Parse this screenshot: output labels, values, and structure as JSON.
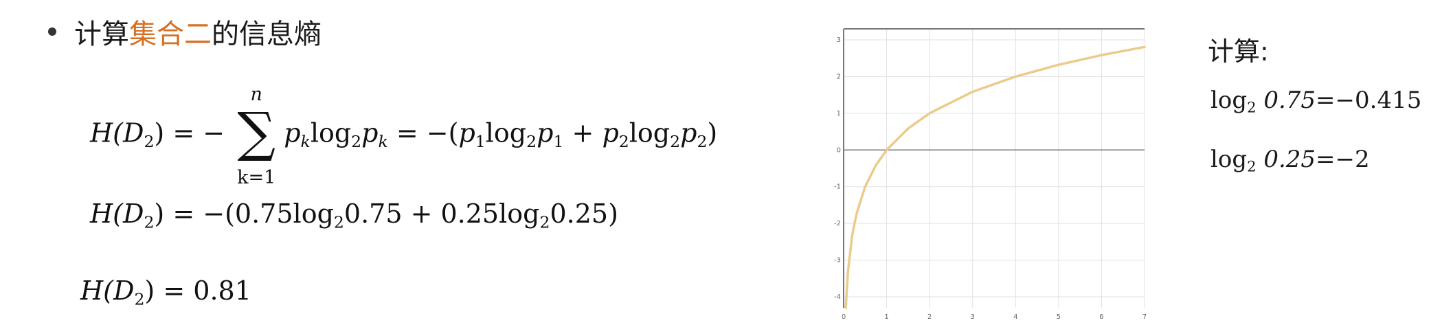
{
  "title": {
    "pre": "计算",
    "highlight": "集合二",
    "post": "的信息熵",
    "accent_color": "#d57024"
  },
  "formulas": {
    "f1": {
      "lhs": "H(D",
      "lhs_sub": "2",
      "lhs_close": ")",
      "equals_minus": "= −",
      "sum_top": "n",
      "sum_bot": "k=1",
      "term_p": "p",
      "term_k": "k",
      "log": "log",
      "log_base": "2",
      "rhs_open": "= −(",
      "p1": "p",
      "p1_sub": "1",
      "plus": "+",
      "p2": "p",
      "p2_sub": "2",
      "rhs_close": ")"
    },
    "f2": {
      "lhs": "H(D",
      "lhs_sub": "2",
      "lhs_close": ")",
      "body_a": "= −(0.75log",
      "sub_a": "2",
      "body_b": "0.75 + 0.25log",
      "sub_b": "2",
      "body_c": "0.25)"
    },
    "f3": {
      "lhs": "H(D",
      "lhs_sub": "2",
      "lhs_close": ")",
      "rhs": "= 0.81"
    }
  },
  "calc": {
    "title": "计算:",
    "lines": [
      {
        "log": "log",
        "base": "2",
        "value": "0.75",
        "result": "=−0.415"
      },
      {
        "log": "log",
        "base": "2",
        "value": "0.25",
        "result": "=−2"
      }
    ]
  },
  "chart_data": {
    "type": "line",
    "function": "log2(x)",
    "xlim": [
      0,
      7
    ],
    "ylim": [
      -4.3,
      3.3
    ],
    "x_ticks": [
      "0",
      "1",
      "2",
      "3",
      "4",
      "5",
      "6",
      "7"
    ],
    "y_ticks": [
      "3",
      "2",
      "1",
      "0",
      "-1",
      "-2",
      "-3",
      "-4"
    ],
    "x": [
      0.05,
      0.1,
      0.2,
      0.3,
      0.5,
      0.75,
      1,
      1.5,
      2,
      3,
      4,
      5,
      6,
      7
    ],
    "y": [
      -4.32,
      -3.32,
      -2.32,
      -1.74,
      -1.0,
      -0.415,
      0,
      0.585,
      1.0,
      1.585,
      2.0,
      2.32,
      2.585,
      2.807
    ],
    "grid": true,
    "line_color": "#eccb8a",
    "axis_color": "#777777",
    "grid_color": "#e2e2e2"
  }
}
